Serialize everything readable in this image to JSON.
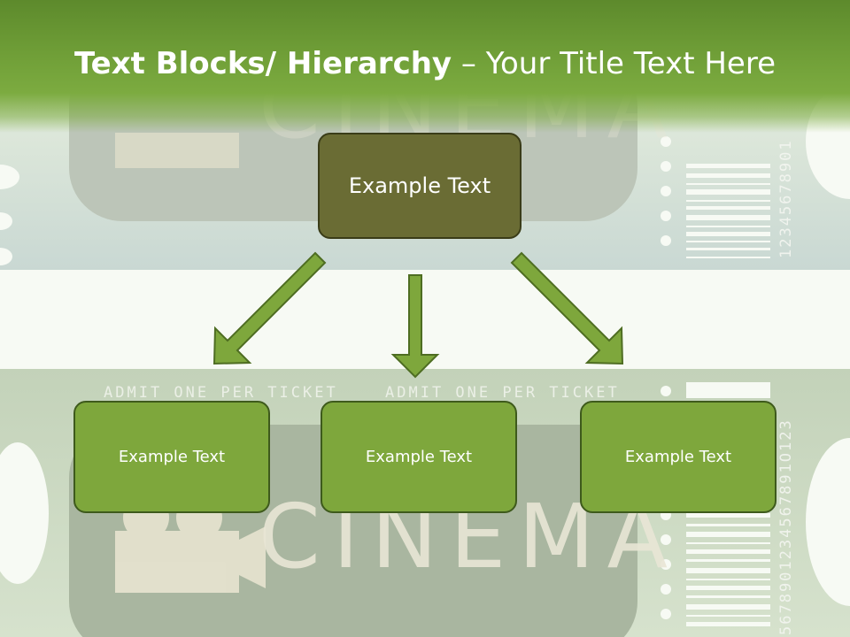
{
  "title": {
    "bold": "Text Blocks/ Hierarchy",
    "rest": " – Your Title Text Here"
  },
  "background": {
    "ticket_text_1": "ADMIT ONE PER TICKET",
    "ticket_text_2": "ADMIT ONE PER TICKET",
    "cinema_word": "CINEMA",
    "serial_top": "12345678901",
    "serial_bottom": "5678901234567891O123"
  },
  "diagram": {
    "root": {
      "label": "Example Text"
    },
    "children": [
      {
        "label": "Example Text"
      },
      {
        "label": "Example Text"
      },
      {
        "label": "Example Text"
      }
    ]
  },
  "colors": {
    "title_bar": "#6f9e37",
    "root_fill": "#6a6c34",
    "child_fill": "#7ea73c",
    "arrow_fill": "#7ea73c",
    "arrow_stroke": "#4e6d22"
  }
}
